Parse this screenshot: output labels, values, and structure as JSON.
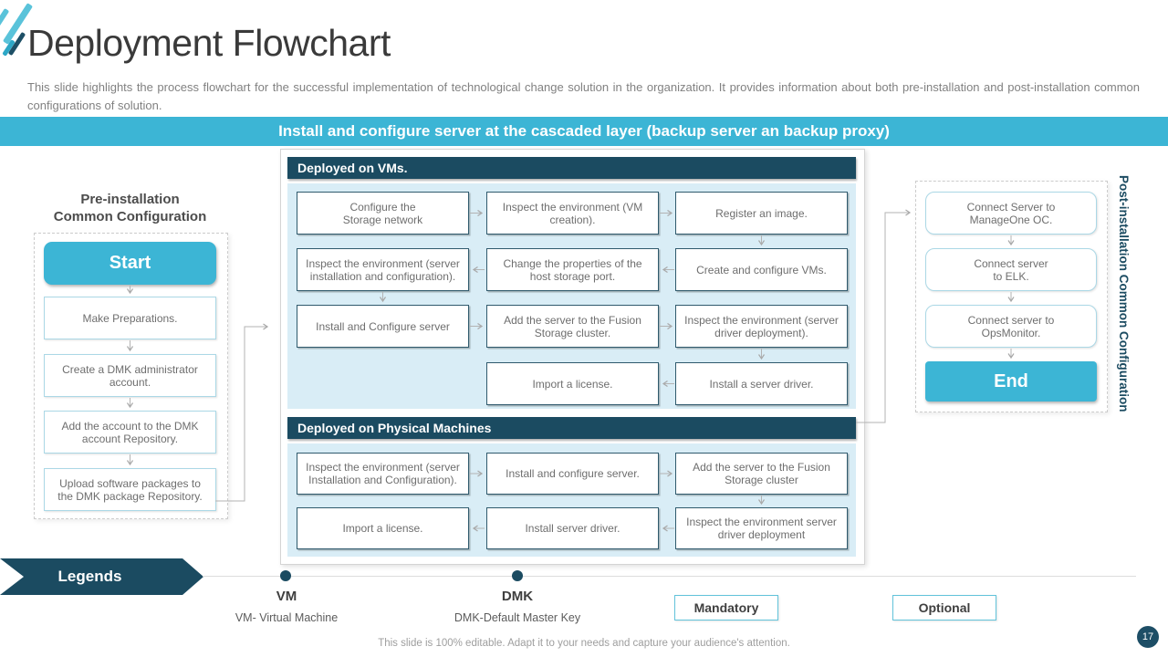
{
  "slide": {
    "title": "Deployment Flowchart",
    "description": "This slide highlights the process flowchart for the successful implementation of technological change solution in the organization. It provides information about both pre-installation and post-installation common configurations of solution.",
    "banner": "Install and configure server  at the cascaded layer (backup server an backup proxy)",
    "footer": "This slide is 100% editable. Adapt it to your needs and capture your audience's attention.",
    "page_number": "17"
  },
  "colors": {
    "teal": "#3cb5d5",
    "navy": "#1b4b61",
    "panel_blue": "#d9edf6"
  },
  "pre_install": {
    "heading": "Pre-installation\nCommon Configuration",
    "start_label": "Start",
    "steps": [
      "Make Preparations.",
      "Create a DMK administrator account.",
      "Add the account to the DMK account Repository.",
      "Upload software packages to the DMK package Repository."
    ]
  },
  "vm_section": {
    "header": "Deployed on VMs.",
    "boxes": {
      "r1c1": "Configure the\nStorage network",
      "r1c2": "Inspect the environment (VM creation).",
      "r1c3": "Register an image.",
      "r2c1": "Inspect the environment (server installation and configuration).",
      "r2c2": "Change the properties of the host storage port.",
      "r2c3": "Create and configure VMs.",
      "r3c1": "Install and Configure server",
      "r3c2": "Add the server to the Fusion Storage cluster.",
      "r3c3": "Inspect the environment (server driver deployment).",
      "r4c2": "Import a license.",
      "r4c3": "Install a server driver."
    }
  },
  "pm_section": {
    "header": "Deployed on Physical Machines",
    "boxes": {
      "r1c1": "Inspect the environment (server Installation  and Configuration).",
      "r1c2": "Install and configure server.",
      "r1c3": "Add the server to the Fusion Storage cluster",
      "r2c1": "Import a license.",
      "r2c2": "Install server driver.",
      "r2c3": "Inspect the environment server driver deployment"
    }
  },
  "post_install": {
    "vertical_label": "Post-installation Common Configuration",
    "steps": [
      "Connect Server to\nManageOne OC.",
      "Connect server\nto ELK.",
      "Connect server to\nOpsMonitor."
    ],
    "end_label": "End"
  },
  "legend": {
    "title": "Legends",
    "items": [
      {
        "term": "VM",
        "definition": "VM- Virtual Machine"
      },
      {
        "term": "DMK",
        "definition": "DMK-Default  Master Key"
      }
    ],
    "mandatory_label": "Mandatory",
    "optional_label": "Optional"
  }
}
